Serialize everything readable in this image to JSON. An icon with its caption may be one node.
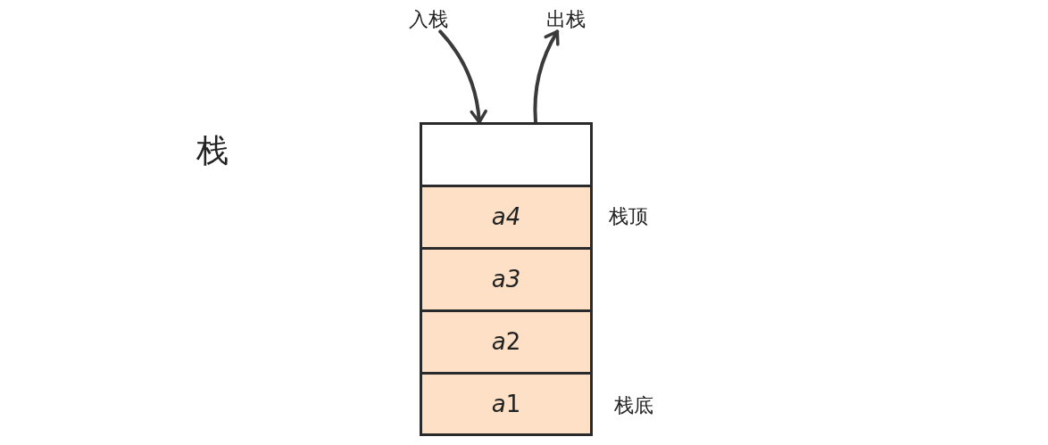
{
  "diagram": {
    "title": "栈",
    "nodes": [
      {
        "text": [
          "入栈"
        ]
      },
      {
        "text": [
          "出栈"
        ]
      },
      {
        "text": [],
        "shape": "box"
      },
      {
        "text": [
          "a4"
        ],
        "beside": [
          "栈顶"
        ]
      },
      {
        "text": [
          "a3"
        ]
      },
      {
        "text": [
          "a2"
        ]
      },
      {
        "text": [
          "a1"
        ],
        "beside": [
          "栈底"
        ]
      }
    ],
    "edges": [
      {
        "from": 0,
        "to": 2,
        "arrow": "to"
      },
      {
        "from": 2,
        "to": 1,
        "arrow": "to"
      }
    ]
  }
}
